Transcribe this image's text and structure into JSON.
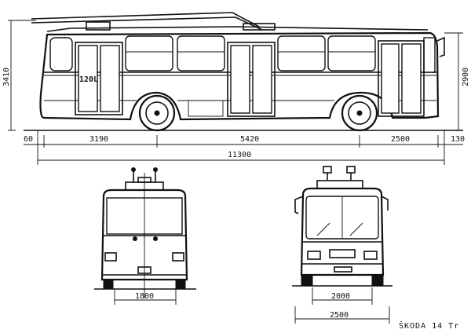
{
  "dimensions": {
    "rear_overhang": "60",
    "front_section": "3190",
    "wheelbase": "5420",
    "rear_section": "2500",
    "right_overhang": "130",
    "total_length": "11300",
    "overall_height": "3410",
    "body_height": "2900",
    "track_width": "1800",
    "axle_width": "2000",
    "total_width": "2500"
  },
  "vehicle": {
    "route_number": "120L",
    "caption": "ŠKODA 14 Tr"
  }
}
